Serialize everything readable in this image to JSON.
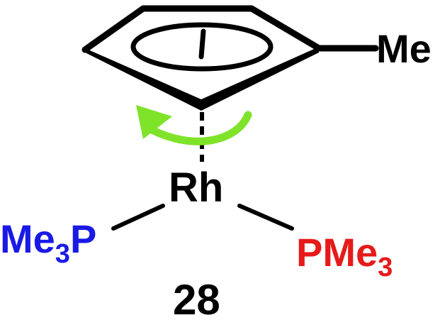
{
  "molecule": {
    "compound_number": "28",
    "metal": "Rh",
    "substituent": "Me",
    "ligand_left": {
      "main": "Me",
      "subscript": "3",
      "tail": "P",
      "color": "#1a1ae6"
    },
    "ligand_right": {
      "head": "PMe",
      "subscript": "3",
      "color": "#e61a1a"
    },
    "rotation_arrow_color": "#7fe32a",
    "bond_color": "#000000"
  }
}
